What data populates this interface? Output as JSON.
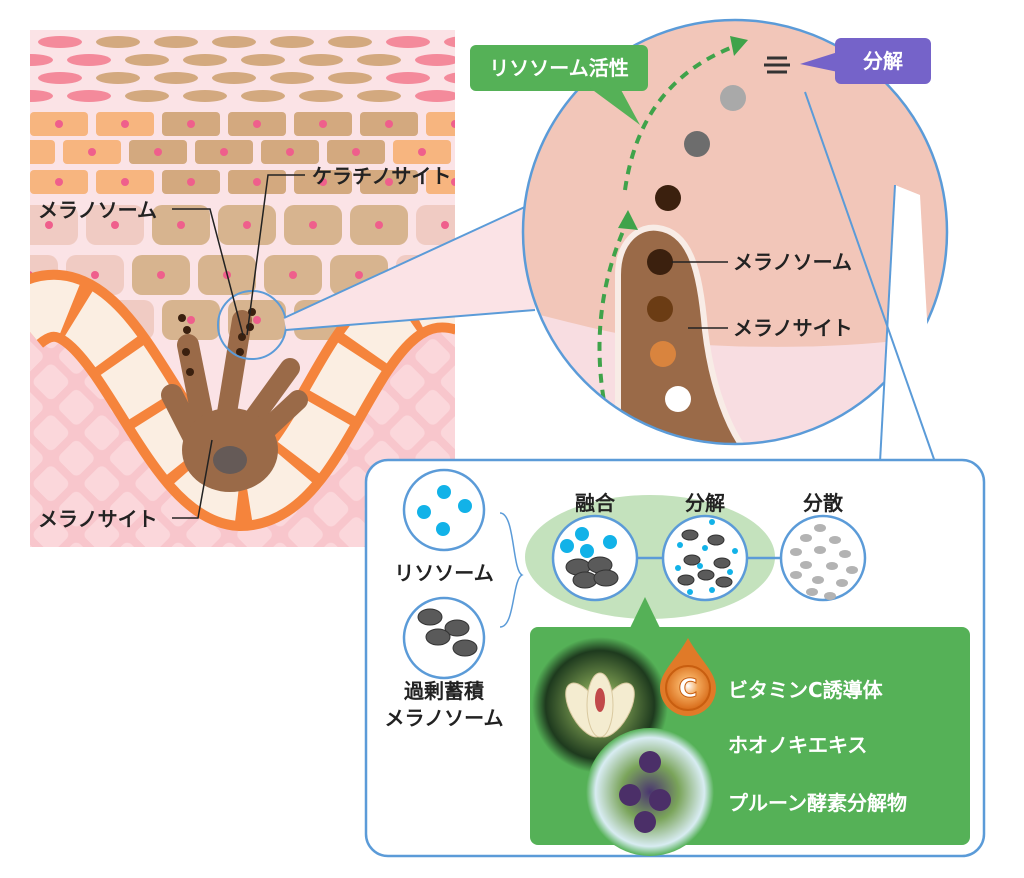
{
  "skin_labels": {
    "keratinocyte": "ケラチノサイト",
    "melanosome": "メラノソーム",
    "melanocyte": "メラノサイト"
  },
  "zoom_view": {
    "lysosome_activity": "リソソーム活性",
    "decomposition": "分解",
    "melanosome": "メラノソーム",
    "melanocyte": "メラノサイト"
  },
  "process_panel": {
    "lysosome": "リソソーム",
    "excess_line1": "過剰蓄積",
    "excess_line2": "メラノソーム",
    "fusion": "融合",
    "decomposition": "分解",
    "dispersion": "分散"
  },
  "ingredients": {
    "badge_letter": "C",
    "items": [
      "ビタミンC誘導体",
      "ホオノキエキス",
      "プルーン酵素分解物"
    ]
  },
  "colors": {
    "green": "#55b157",
    "purple": "#7563c9",
    "blue_outline": "#5b9bd8",
    "cyan_dot": "#12b2e8",
    "melanosome_gray": "#5a5a5a",
    "orange_band": "#f5843c"
  }
}
